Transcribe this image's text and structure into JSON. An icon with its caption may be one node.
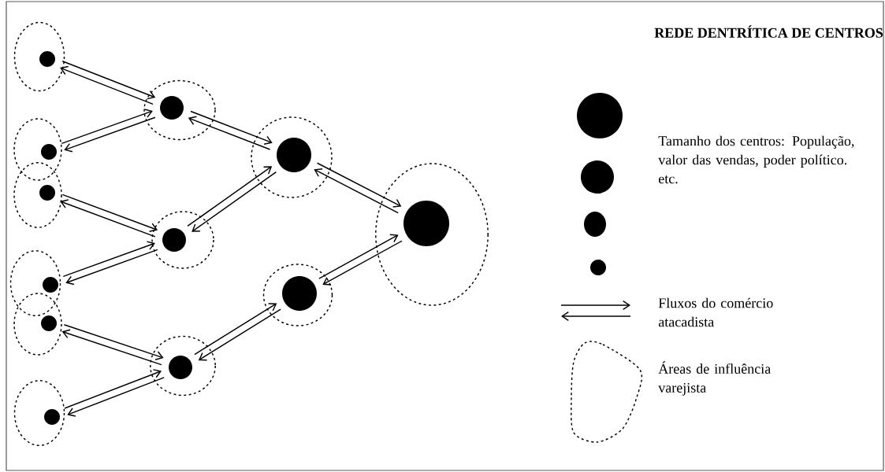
{
  "diagram": {
    "title": "REDE DENTRÍTICA DE CENTROS",
    "nodes": [
      {
        "text": [],
        "shape": "circle"
      },
      {
        "text": [],
        "shape": "circle"
      },
      {
        "text": [],
        "shape": "circle"
      },
      {
        "text": [],
        "shape": "circle"
      },
      {
        "text": [],
        "shape": "circle"
      },
      {
        "text": [],
        "shape": "circle"
      },
      {
        "text": [],
        "shape": "circle"
      },
      {
        "text": [],
        "shape": "circle"
      },
      {
        "text": [],
        "shape": "circle"
      },
      {
        "text": [],
        "shape": "circle"
      },
      {
        "text": [],
        "shape": "circle"
      },
      {
        "text": [],
        "shape": "circle"
      }
    ],
    "edges": [
      {
        "from": 0,
        "to": 6,
        "arrow": "to"
      },
      {
        "from": 6,
        "to": 0,
        "arrow": "to"
      },
      {
        "from": 1,
        "to": 6,
        "arrow": "to"
      },
      {
        "from": 6,
        "to": 1,
        "arrow": "to"
      },
      {
        "from": 2,
        "to": 7,
        "arrow": "to"
      },
      {
        "from": 7,
        "to": 2,
        "arrow": "to"
      },
      {
        "from": 3,
        "to": 7,
        "arrow": "to"
      },
      {
        "from": 7,
        "to": 3,
        "arrow": "to"
      },
      {
        "from": 4,
        "to": 8,
        "arrow": "to"
      },
      {
        "from": 8,
        "to": 4,
        "arrow": "to"
      },
      {
        "from": 5,
        "to": 8,
        "arrow": "to"
      },
      {
        "from": 8,
        "to": 5,
        "arrow": "to"
      },
      {
        "from": 6,
        "to": 9,
        "arrow": "to"
      },
      {
        "from": 9,
        "to": 6,
        "arrow": "to"
      },
      {
        "from": 7,
        "to": 9,
        "arrow": "to"
      },
      {
        "from": 9,
        "to": 7,
        "arrow": "to"
      },
      {
        "from": 8,
        "to": 10,
        "arrow": "to"
      },
      {
        "from": 10,
        "to": 8,
        "arrow": "to"
      },
      {
        "from": 9,
        "to": 11,
        "arrow": "to"
      },
      {
        "from": 11,
        "to": 9,
        "arrow": "to"
      },
      {
        "from": 10,
        "to": 11,
        "arrow": "to"
      },
      {
        "from": 11,
        "to": 10,
        "arrow": "to"
      }
    ],
    "legend": [
      {
        "text": "Tamanho dos centros: População, valor das vendas, poder político. etc."
      },
      {
        "text": "Fluxos do comércio atacadista"
      },
      {
        "text": "Áreas de influência varejista"
      }
    ]
  }
}
